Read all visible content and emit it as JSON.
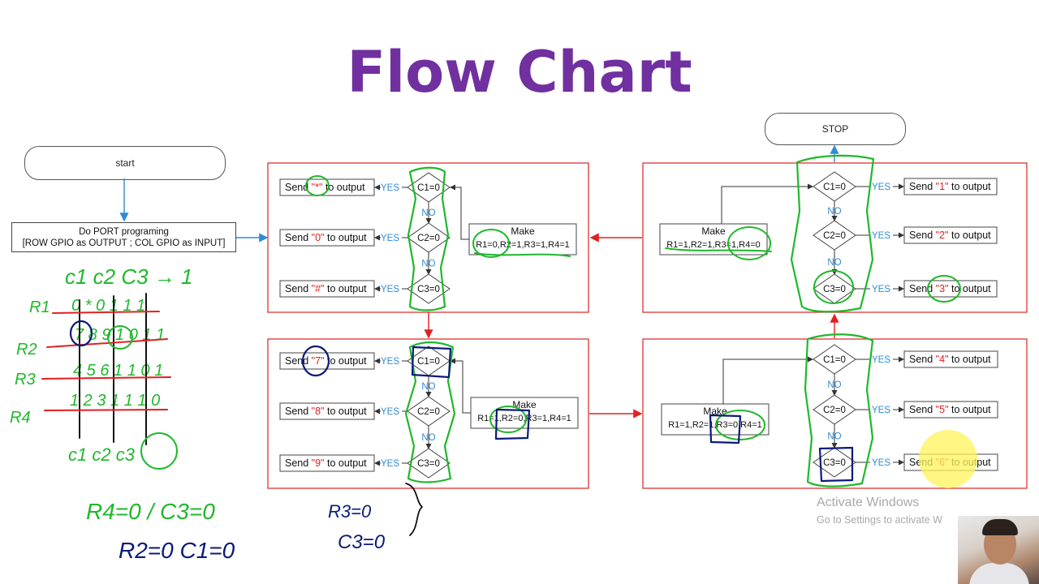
{
  "title": "Flow Chart",
  "start_label": "start",
  "stop_label": "STOP",
  "port_box": {
    "line1": "Do PORT programing",
    "line2": "[ROW GPIO as OUTPUT ; COL GPIO as INPUT]"
  },
  "yes_label": "YES",
  "no_label": "NO",
  "make_label": "Make",
  "blocks": {
    "tl": {
      "make_value": "R1=0,R2=1,R3=1,R4=1",
      "conds": [
        "C1=0",
        "C2=0",
        "C3=0"
      ],
      "outs": [
        "\"*\" to output",
        "\"0\" to output",
        "\"#\" to output"
      ]
    },
    "bl": {
      "make_value": "R1=1,R2=0,R3=1,R4=1",
      "conds": [
        "C1=0",
        "C2=0",
        "C3=0"
      ],
      "outs": [
        "\"7\" to output",
        "\"8\" to output",
        "\"9\" to output"
      ]
    },
    "tr": {
      "make_value": "R1=1,R2=1,R3=1,R4=0",
      "conds": [
        "C1=0",
        "C2=0",
        "C3=0"
      ],
      "outs": [
        "\"1\" to output",
        "\"2\" to output",
        "\"3\" to output"
      ]
    },
    "br": {
      "make_value": "R1=1,R2=1,R3=0,R4=1",
      "conds": [
        "C1=0",
        "C2=0",
        "C3=0"
      ],
      "outs": [
        "\"4\" to output",
        "\"5\" to output",
        "\"6\" to output"
      ]
    }
  },
  "send_label": "Send",
  "handwriting": {
    "cols": "c1 c2 C3 → 1",
    "r1": "R1",
    "r2": "R2",
    "r3": "R3",
    "r4": "R4",
    "r1_digits": "0 * 0 1 1 1",
    "r2_digits": "7 8 9 1 0 1 1",
    "r3_digits": "4 5 6 1 1 0 1",
    "r4_digits": "1 2 3 1 1 1 0",
    "bottom_cols": "c1 c2 c3",
    "eq1": "R4=0 / C3=0",
    "eq2": "R2=0  C1=0",
    "eq3": "R3=0",
    "eq4": "C3=0"
  },
  "watermark": {
    "line1": "Activate Windows",
    "line2": "Go to Settings to activate W"
  },
  "colors": {
    "title": "#7030a0",
    "block_border": "#e02020",
    "arrow_blue": "#2e8bd6",
    "yes_no_blue": "#2e8bd6",
    "quote_red": "#e02020",
    "marker_green": "#1fb82b",
    "marker_navy": "#0b1a7a",
    "highlight_yellow": "#fff35a"
  }
}
